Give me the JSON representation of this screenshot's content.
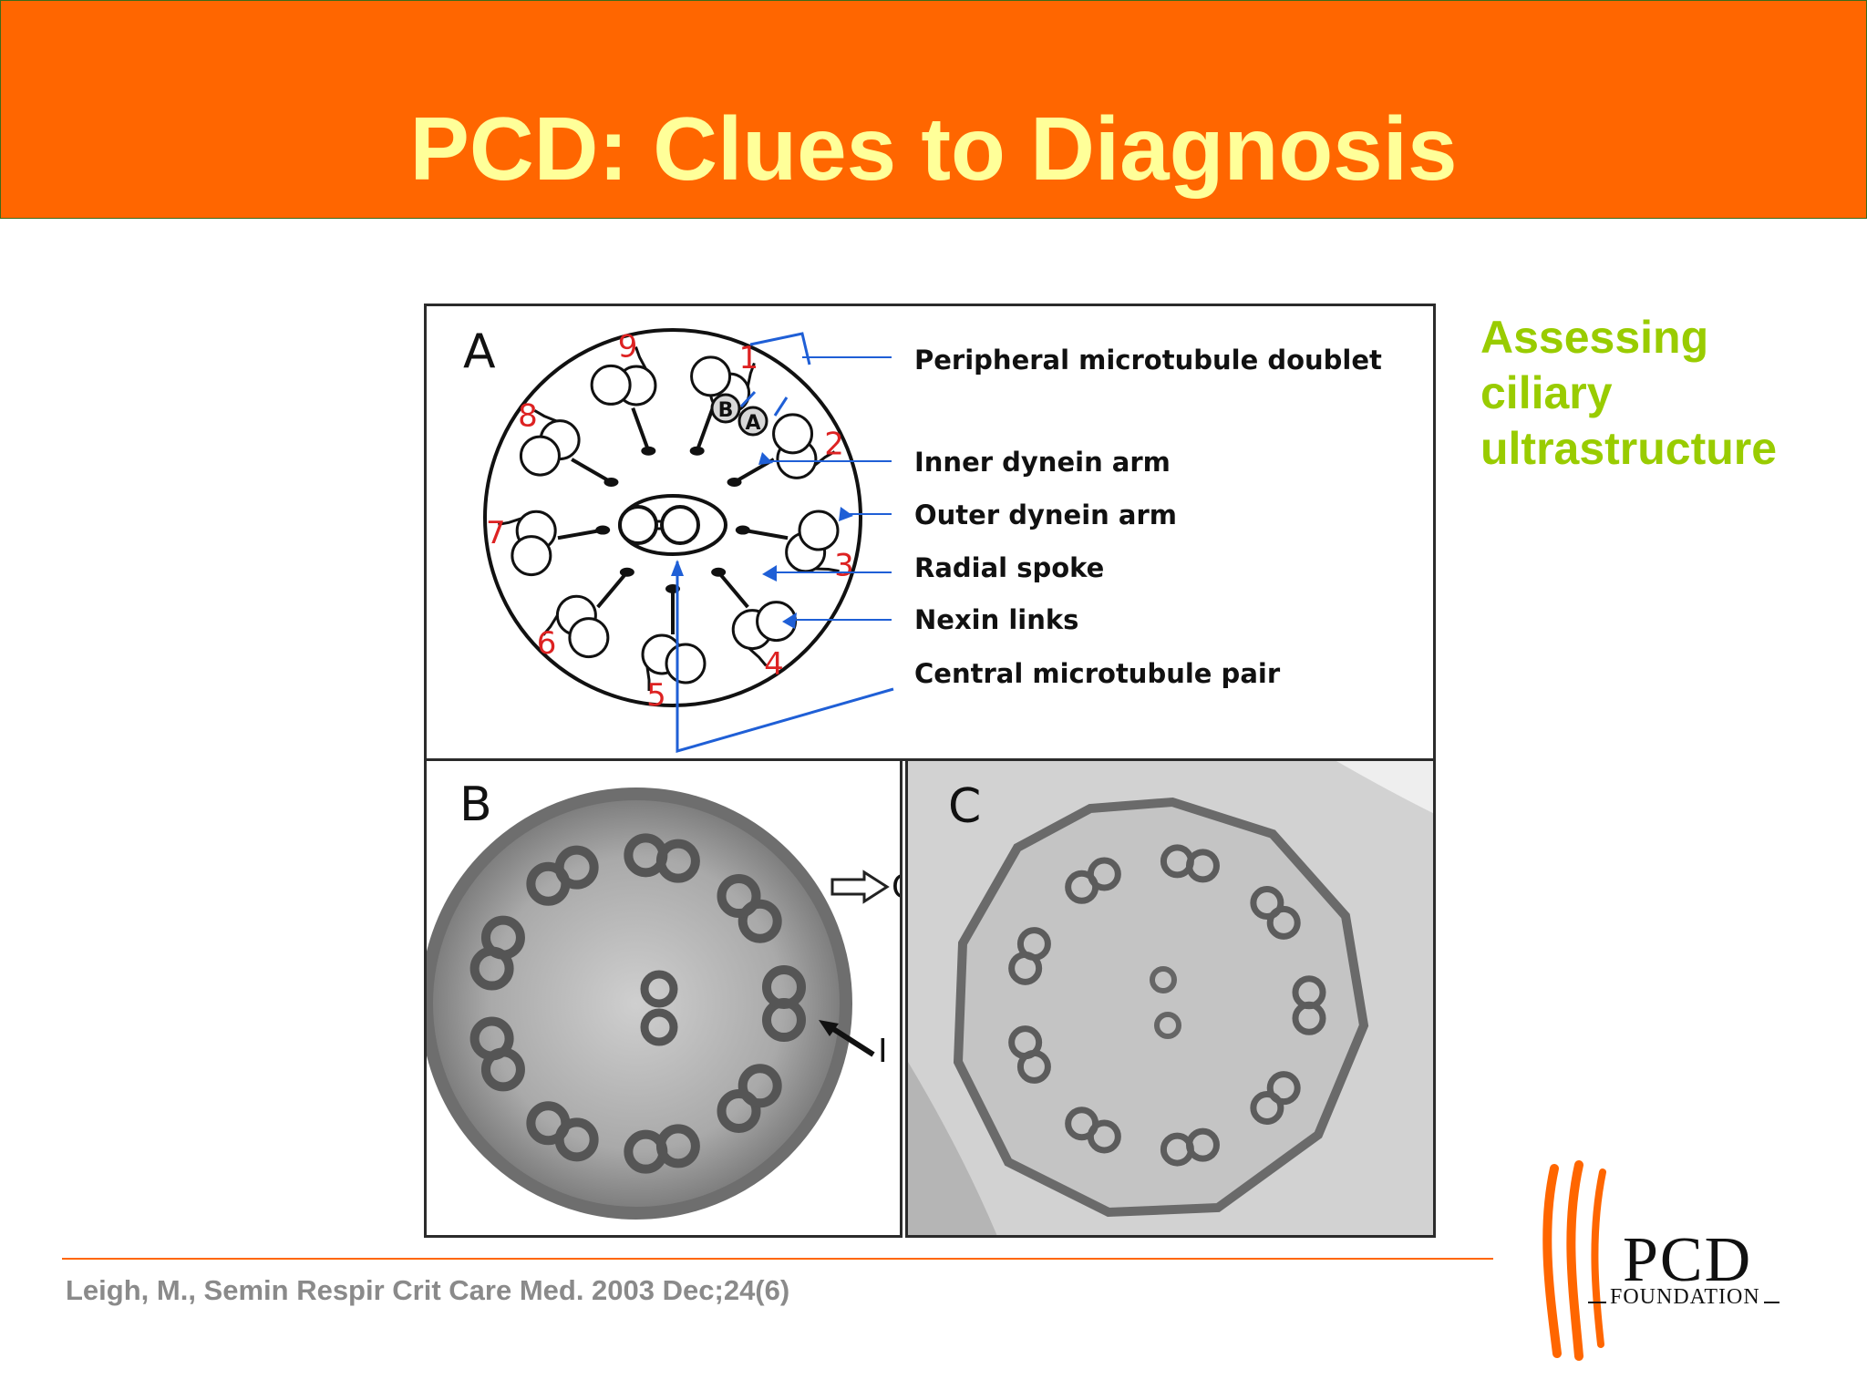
{
  "slide": {
    "title": "PCD: Clues to Diagnosis",
    "side_note": "Assessing ciliary ultrastructure",
    "citation": "Leigh, M., Semin Respir Crit Care Med. 2003 Dec;24(6)"
  },
  "figure": {
    "panels": [
      "A",
      "B",
      "C"
    ],
    "labels": [
      "Peripheral microtubule doublet",
      "Inner dynein arm",
      "Outer dynein arm",
      "Radial spoke",
      "Nexin links",
      "Central microtubule pair"
    ],
    "doublet_numbers": [
      "1",
      "2",
      "3",
      "4",
      "5",
      "6",
      "7",
      "8",
      "9"
    ],
    "tubule_letters": [
      "A",
      "B"
    ],
    "arrow_labels": [
      "O",
      "I"
    ]
  },
  "logo": {
    "name": "PCD",
    "sub": "FOUNDATION"
  },
  "colors": {
    "header": "#ff6600",
    "title_text": "#ffff99",
    "accent_text": "#99cc00",
    "pointer_blue": "#1f5fd6",
    "number_red": "#dd2222"
  }
}
